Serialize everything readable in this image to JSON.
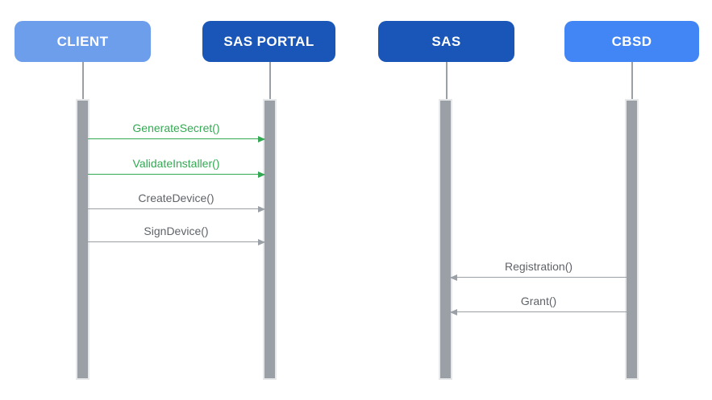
{
  "diagram": {
    "type": "sequence-diagram",
    "background_color": "#FFFFFF",
    "lifeline_color": "#9AA0A6",
    "activation_bar_color": "#9AA0A6",
    "actors": [
      {
        "id": "client",
        "label": "CLIENT",
        "color": "#6D9EEB"
      },
      {
        "id": "sas-portal",
        "label": "SAS PORTAL",
        "color": "#1A56B8"
      },
      {
        "id": "sas",
        "label": "SAS",
        "color": "#1A56B8"
      },
      {
        "id": "cbsd",
        "label": "CBSD",
        "color": "#4285F4"
      }
    ],
    "messages": [
      {
        "label": "GenerateSecret()",
        "from": "CLIENT",
        "to": "SAS PORTAL",
        "direction": "right",
        "arrow_color": "#34A853",
        "label_color": "#34A853"
      },
      {
        "label": "ValidateInstaller()",
        "from": "CLIENT",
        "to": "SAS PORTAL",
        "direction": "right",
        "arrow_color": "#34A853",
        "label_color": "#34A853"
      },
      {
        "label": "CreateDevice()",
        "from": "CLIENT",
        "to": "SAS PORTAL",
        "direction": "right",
        "arrow_color": "#9AA0A6",
        "label_color": "#5F6368"
      },
      {
        "label": "SignDevice()",
        "from": "CLIENT",
        "to": "SAS PORTAL",
        "direction": "right",
        "arrow_color": "#9AA0A6",
        "label_color": "#5F6368"
      },
      {
        "label": "Registration()",
        "from": "CBSD",
        "to": "SAS",
        "direction": "left",
        "arrow_color": "#9AA0A6",
        "label_color": "#5F6368"
      },
      {
        "label": "Grant()",
        "from": "CBSD",
        "to": "SAS",
        "direction": "left",
        "arrow_color": "#9AA0A6",
        "label_color": "#5F6368"
      }
    ]
  }
}
